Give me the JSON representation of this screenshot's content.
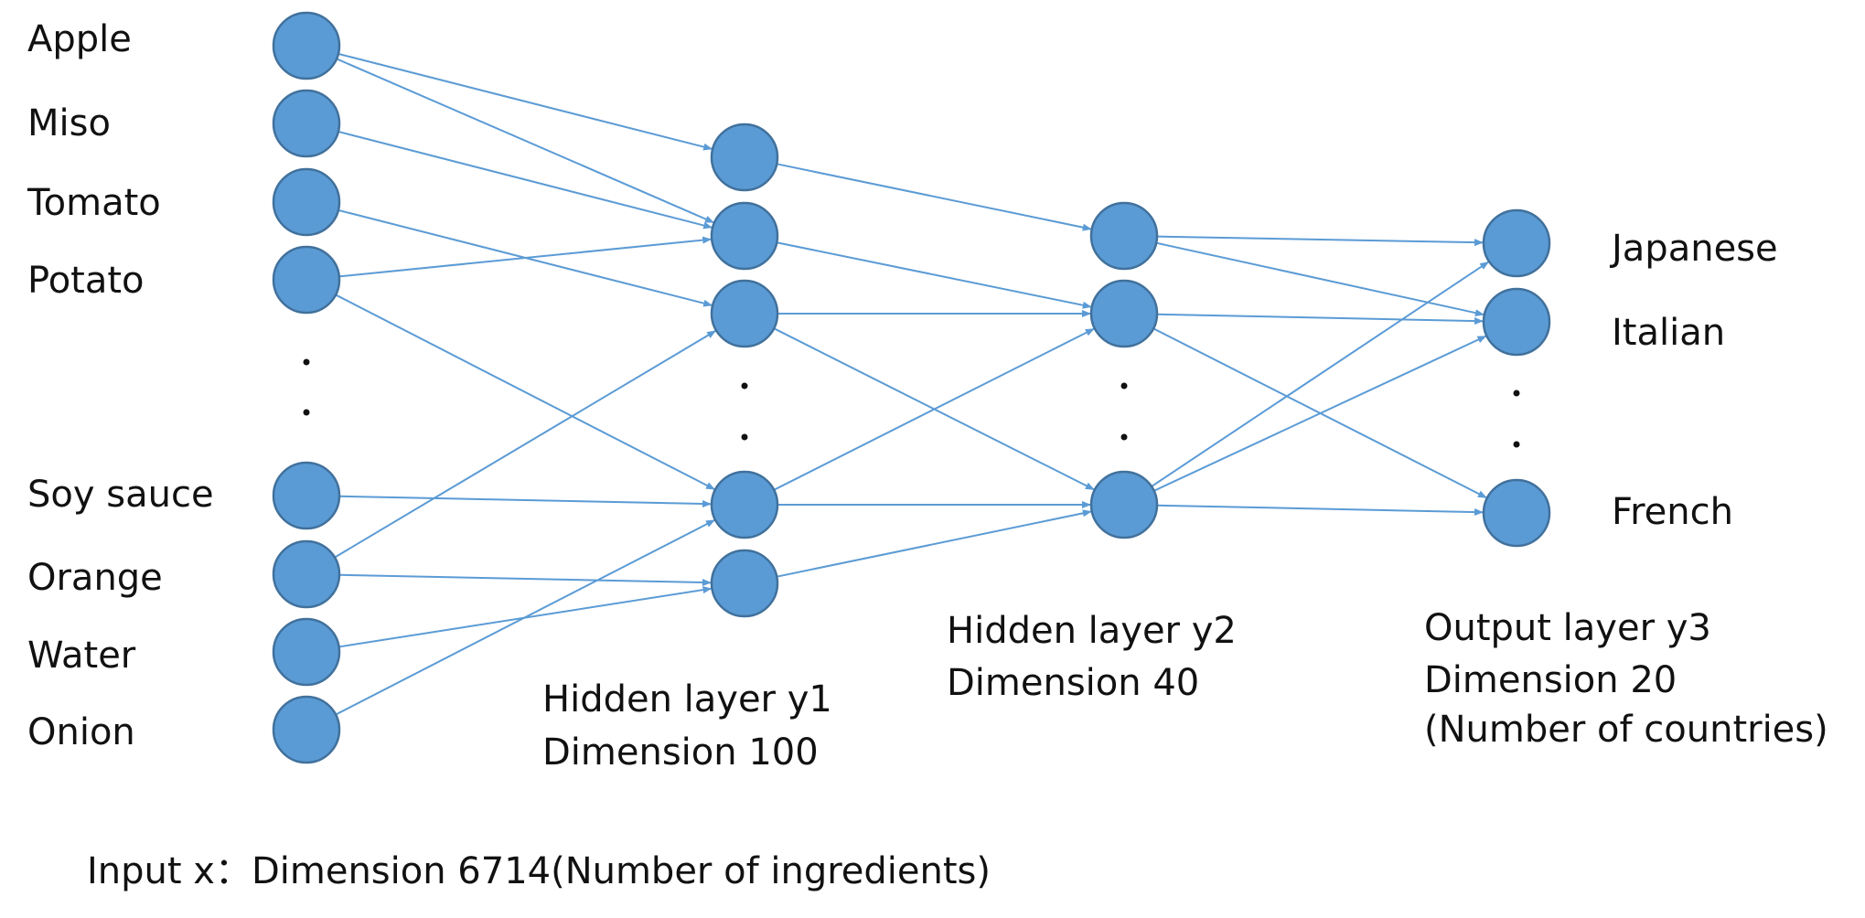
{
  "colors": {
    "node_fill": "#5b9bd5",
    "node_stroke": "#41719c",
    "edge": "#5b9bd5",
    "text": "#111111"
  },
  "input_layer": {
    "items": [
      "Apple",
      "Miso",
      "Tomato",
      "Potato",
      "Soy sauce",
      "Orange",
      "Water",
      "Onion"
    ],
    "caption": "Input x：Dimension 6714(Number of ingredients)"
  },
  "hidden_layer_1": {
    "title": "Hidden layer y1",
    "dimension": "Dimension 100"
  },
  "hidden_layer_2": {
    "title": "Hidden layer y2",
    "dimension": "Dimension 40"
  },
  "output_layer": {
    "items": [
      "Japanese",
      "Italian",
      "French"
    ],
    "title": "Output layer y3",
    "dimension": "Dimension 20",
    "note": "(Number of countries)"
  }
}
